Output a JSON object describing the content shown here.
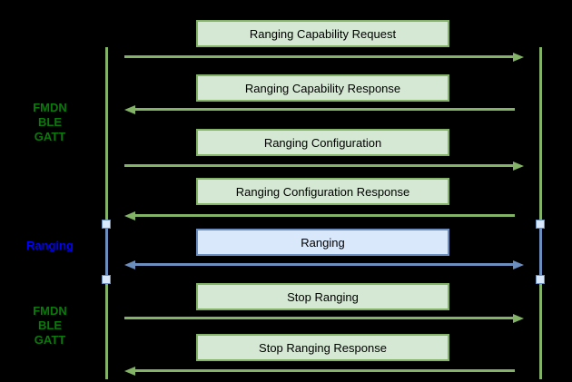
{
  "palette": {
    "background": "#000000",
    "green_fill": "#d5e8d4",
    "green_stroke": "#82b366",
    "green_text": "#0a7a0a",
    "blue_fill": "#dae8fc",
    "blue_stroke": "#6c8ebf",
    "blue_text": "#0202f2",
    "box_text": "#000000"
  },
  "side_labels": [
    {
      "lines": [
        "FMDN",
        "BLE",
        "GATT"
      ],
      "color": "green"
    },
    {
      "lines": [
        "Ranging"
      ],
      "color": "blue"
    },
    {
      "lines": [
        "FMDN",
        "BLE",
        "GATT"
      ],
      "color": "green"
    }
  ],
  "messages": [
    {
      "label": "Ranging Capability Request",
      "direction": "right",
      "color": "green"
    },
    {
      "label": "Ranging Capability Response",
      "direction": "left",
      "color": "green"
    },
    {
      "label": "Ranging Configuration",
      "direction": "right",
      "color": "green"
    },
    {
      "label": "Ranging Configuration Response",
      "direction": "left",
      "color": "green"
    },
    {
      "label": "Ranging",
      "direction": "both",
      "color": "blue"
    },
    {
      "label": "Stop Ranging",
      "direction": "right",
      "color": "green"
    },
    {
      "label": "Stop Ranging Response",
      "direction": "left",
      "color": "green"
    }
  ]
}
